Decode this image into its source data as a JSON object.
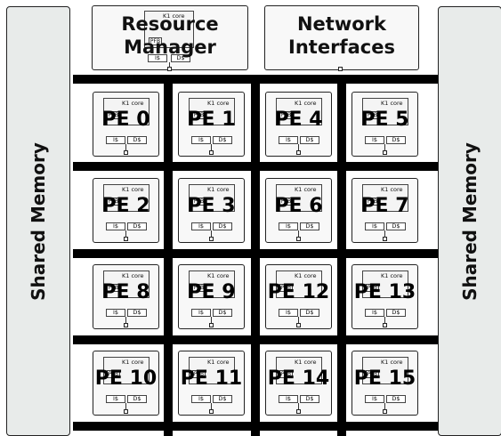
{
  "shared_memory": {
    "left_label": "Shared Memory",
    "right_label": "Shared Memory"
  },
  "top": {
    "resource_manager": {
      "title_line1": "Resource",
      "title_line2": "Manager",
      "core_label": "K1 core",
      "pfb": "PFB",
      "is": "I$",
      "ds": "D$"
    },
    "network_interfaces": {
      "title_line1": "Network",
      "title_line2": "Interfaces"
    }
  },
  "pe_rows": [
    [
      {
        "label": "PE 0",
        "core": "K1 core",
        "pfb": "PFB",
        "is": "I$",
        "ds": "D$"
      },
      {
        "label": "PE 1",
        "core": "K1 core",
        "pfb": "PFB",
        "is": "I$",
        "ds": "D$"
      },
      {
        "label": "PE 4",
        "core": "K1 core",
        "pfb": "PFB",
        "is": "I$",
        "ds": "D$"
      },
      {
        "label": "PE 5",
        "core": "K1 core",
        "pfb": "PFB",
        "is": "I$",
        "ds": "D$"
      }
    ],
    [
      {
        "label": "PE 2",
        "core": "K1 core",
        "pfb": "PFB",
        "is": "I$",
        "ds": "D$"
      },
      {
        "label": "PE 3",
        "core": "K1 core",
        "pfb": "PFB",
        "is": "I$",
        "ds": "D$"
      },
      {
        "label": "PE 6",
        "core": "K1 core",
        "pfb": "PFB",
        "is": "I$",
        "ds": "D$"
      },
      {
        "label": "PE 7",
        "core": "K1 core",
        "pfb": "PFB",
        "is": "I$",
        "ds": "D$"
      }
    ],
    [
      {
        "label": "PE 8",
        "core": "K1 core",
        "pfb": "PFB",
        "is": "I$",
        "ds": "D$"
      },
      {
        "label": "PE 9",
        "core": "K1 core",
        "pfb": "PFB",
        "is": "I$",
        "ds": "D$"
      },
      {
        "label": "PE 12",
        "core": "K1 core",
        "pfb": "PFB",
        "is": "I$",
        "ds": "D$"
      },
      {
        "label": "PE 13",
        "core": "K1 core",
        "pfb": "PFB",
        "is": "I$",
        "ds": "D$"
      }
    ],
    [
      {
        "label": "PE 10",
        "core": "K1 core",
        "pfb": "PFB",
        "is": "I$",
        "ds": "D$"
      },
      {
        "label": "PE 11",
        "core": "K1 core",
        "pfb": "PFB",
        "is": "I$",
        "ds": "D$"
      },
      {
        "label": "PE 14",
        "core": "K1 core",
        "pfb": "PFB",
        "is": "I$",
        "ds": "D$"
      },
      {
        "label": "PE 15",
        "core": "K1 core",
        "pfb": "PFB",
        "is": "I$",
        "ds": "D$"
      }
    ]
  ]
}
